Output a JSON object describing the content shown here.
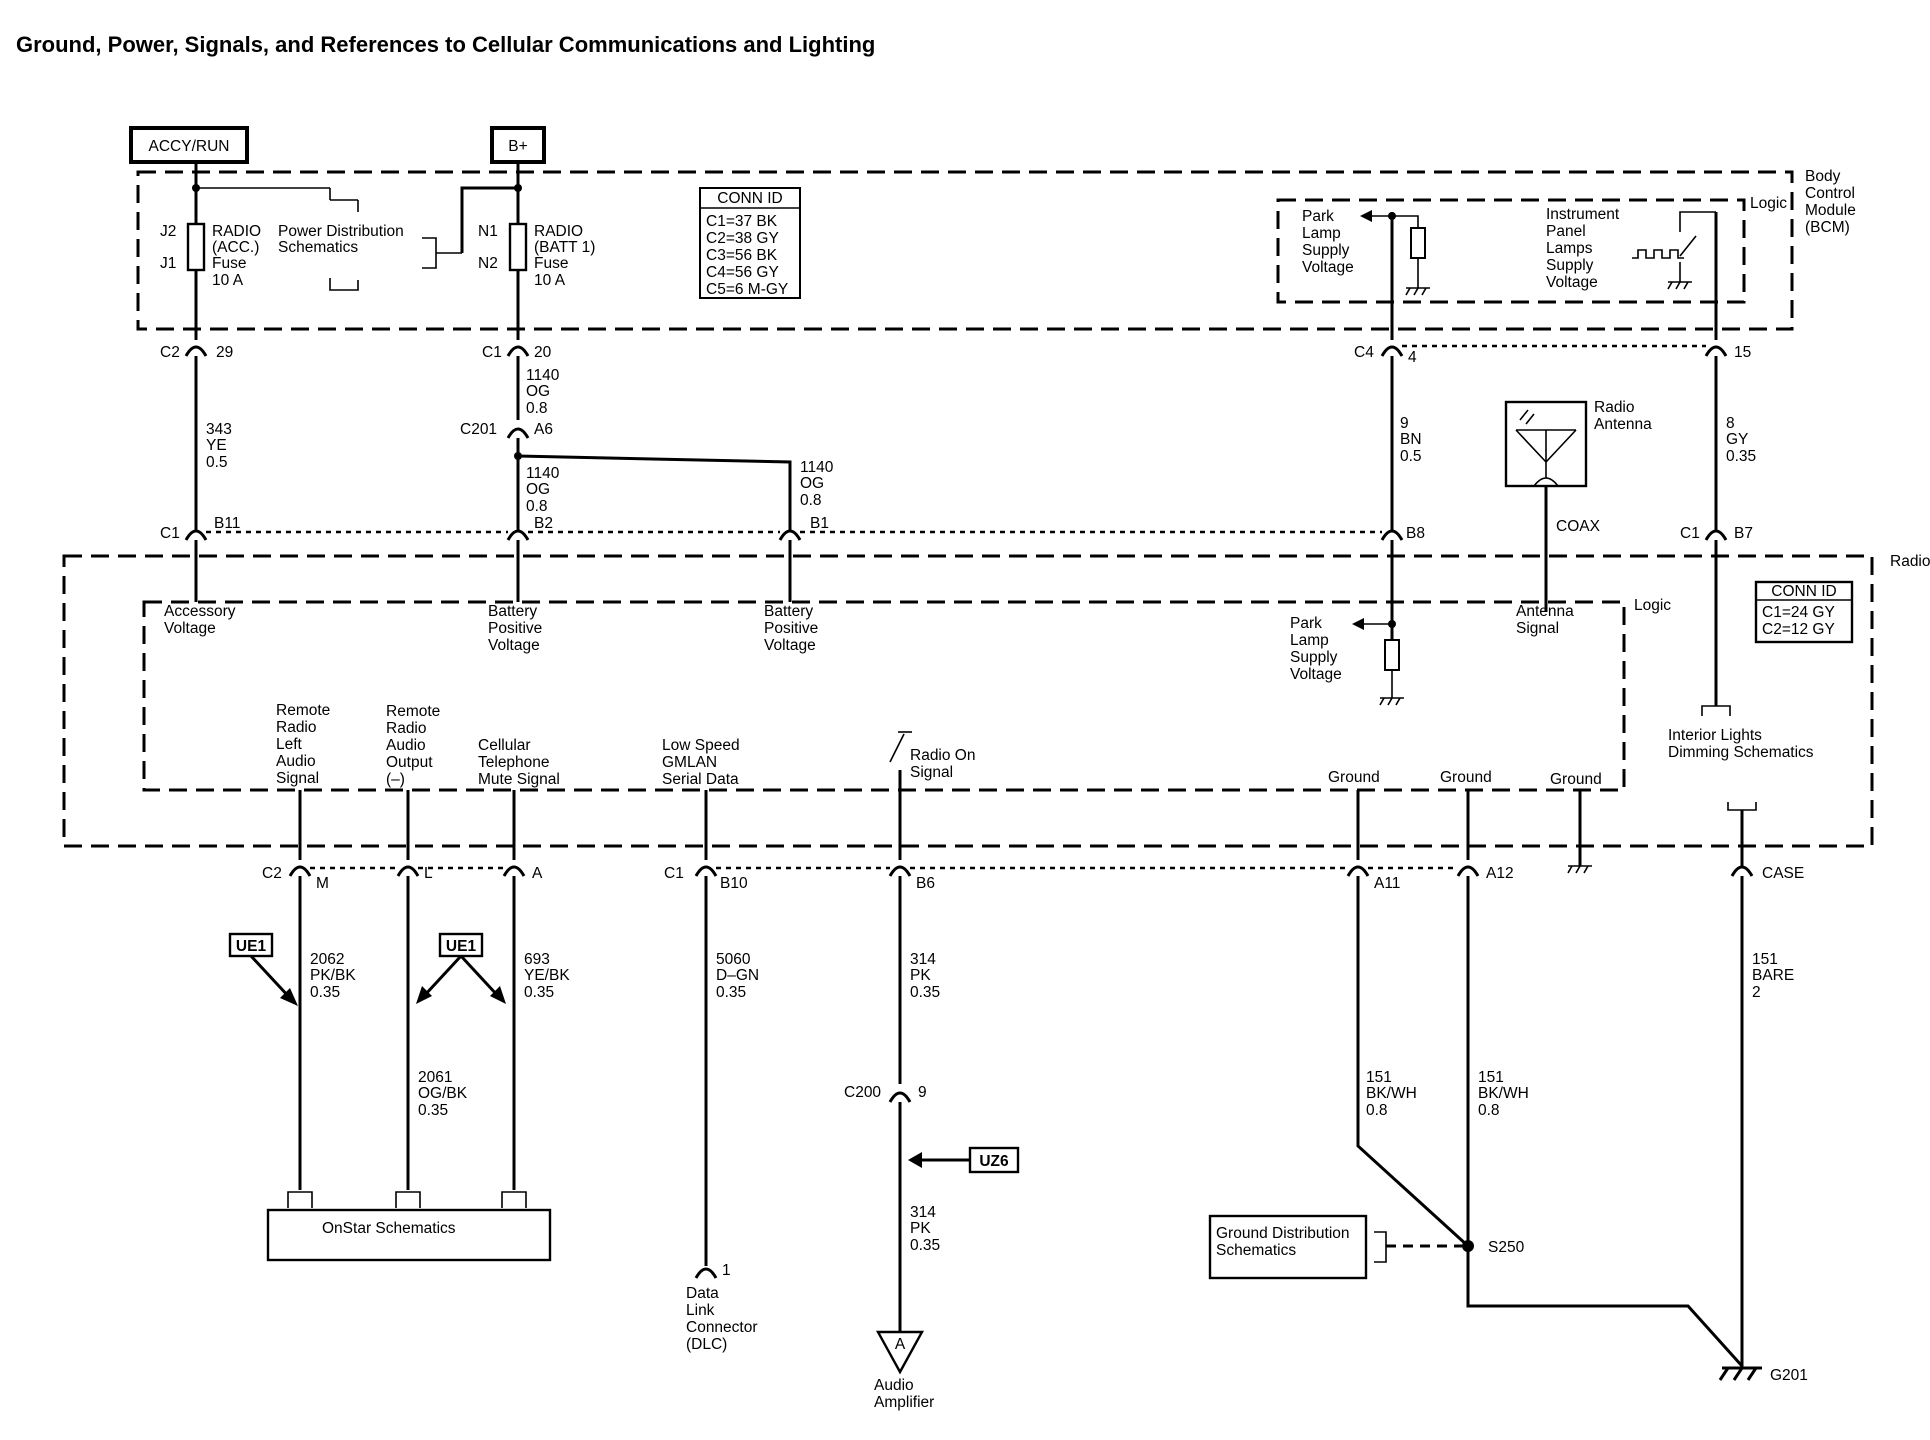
{
  "title": "Ground, Power, Signals, and References to Cellular Communications and Lighting",
  "power_sources": {
    "accy_run": "ACCY/RUN",
    "bplus": "B+"
  },
  "bcm": {
    "label": [
      "Body",
      "Control",
      "Module",
      "(BCM)"
    ],
    "logic": "Logic",
    "radio_acc_fuse": {
      "top_pin": "J2",
      "bottom_pin": "J1",
      "lines": [
        "RADIO",
        "(ACC.)",
        "Fuse",
        "10 A"
      ]
    },
    "power_dist": [
      "Power Distribution",
      "Schematics"
    ],
    "radio_batt_fuse": {
      "top_pin": "N1",
      "bottom_pin": "N2",
      "lines": [
        "RADIO",
        "(BATT 1)",
        "Fuse",
        "10 A"
      ]
    },
    "conn_id": {
      "title": "CONN ID",
      "rows": [
        "C1=37 BK",
        "C2=38 GY",
        "C3=56 BK",
        "C4=56 GY",
        "C5=6 M-GY"
      ]
    },
    "park_lamp": [
      "Park",
      "Lamp",
      "Supply",
      "Voltage"
    ],
    "panel_lamps": [
      "Instrument",
      "Panel",
      "Lamps",
      "Supply",
      "Voltage"
    ]
  },
  "bcm_connectors": [
    {
      "conn": "C2",
      "pin": "29"
    },
    {
      "conn": "C1",
      "pin": "20"
    },
    {
      "conn": "C4",
      "pin": "4"
    },
    {
      "conn": "",
      "pin": "15"
    }
  ],
  "mid_wires": {
    "w343": [
      "343",
      "YE",
      "0.5"
    ],
    "w1140a": [
      "1140",
      "OG",
      "0.8"
    ],
    "c201": {
      "conn": "C201",
      "pin": "A6"
    },
    "w1140b": [
      "1140",
      "OG",
      "0.8"
    ],
    "w1140c": [
      "1140",
      "OG",
      "0.8"
    ],
    "w9": [
      "9",
      "BN",
      "0.5"
    ],
    "w8": [
      "8",
      "GY",
      "0.35"
    ]
  },
  "antenna": {
    "label": [
      "Radio",
      "Antenna"
    ],
    "coax": "COAX"
  },
  "radio_connectors_top": [
    {
      "conn": "C1",
      "pin": "B11"
    },
    {
      "conn": "",
      "pin": "B2"
    },
    {
      "conn": "",
      "pin": "B1"
    },
    {
      "conn": "",
      "pin": "B8"
    },
    {
      "conn": "C1",
      "pin": "B7"
    }
  ],
  "radio": {
    "label": "Radio",
    "logic": "Logic",
    "conn_id": {
      "title": "CONN ID",
      "rows": [
        "C1=24 GY",
        "C2=12 GY"
      ]
    },
    "accessory_voltage": [
      "Accessory",
      "Voltage"
    ],
    "battery_positive_1": [
      "Battery",
      "Positive",
      "Voltage"
    ],
    "battery_positive_2": [
      "Battery",
      "Positive",
      "Voltage"
    ],
    "park_lamp": [
      "Park",
      "Lamp",
      "Supply",
      "Voltage"
    ],
    "antenna_signal": [
      "Antenna",
      "Signal"
    ],
    "interior_lights": [
      "Interior Lights",
      "Dimming Schematics"
    ],
    "remote_left": [
      "Remote",
      "Radio",
      "Left",
      "Audio",
      "Signal"
    ],
    "remote_output": [
      "Remote",
      "Radio",
      "Audio",
      "Output",
      "(–)"
    ],
    "cell_mute": [
      "Cellular",
      "Telephone",
      "Mute Signal"
    ],
    "gmlan": [
      "Low Speed",
      "GMLAN",
      "Serial Data"
    ],
    "radio_on": [
      "Radio On",
      "Signal"
    ],
    "ground": "Ground"
  },
  "radio_connectors_bottom": [
    {
      "conn": "C2",
      "pin": "M"
    },
    {
      "conn": "",
      "pin": "L"
    },
    {
      "conn": "",
      "pin": "A"
    },
    {
      "conn": "C1",
      "pin": "B10"
    },
    {
      "conn": "",
      "pin": "B6"
    },
    {
      "conn": "",
      "pin": "A11"
    },
    {
      "conn": "",
      "pin": "A12"
    },
    {
      "conn": "",
      "pin": "CASE"
    }
  ],
  "lower": {
    "ue1": "UE1",
    "uz6": "UZ6",
    "w2062": [
      "2062",
      "PK/BK",
      "0.35"
    ],
    "w2061": [
      "2061",
      "OG/BK",
      "0.35"
    ],
    "w693": [
      "693",
      "YE/BK",
      "0.35"
    ],
    "w5060": [
      "5060",
      "D–GN",
      "0.35"
    ],
    "w314a": [
      "314",
      "PK",
      "0.35"
    ],
    "c200": {
      "conn": "C200",
      "pin": "9"
    },
    "w314b": [
      "314",
      "PK",
      "0.35"
    ],
    "w151a": [
      "151",
      "BK/WH",
      "0.8"
    ],
    "w151b": [
      "151",
      "BK/WH",
      "0.8"
    ],
    "w151c": [
      "151",
      "BARE",
      "2"
    ],
    "onstar": "OnStar Schematics",
    "dlc_pin": "1",
    "dlc": [
      "Data",
      "Link",
      "Connector",
      "(DLC)"
    ],
    "amp_letter": "A",
    "amp": [
      "Audio",
      "Amplifier"
    ],
    "ground_dist": [
      "Ground Distribution",
      "Schematics"
    ],
    "s250": "S250",
    "g201": "G201"
  }
}
